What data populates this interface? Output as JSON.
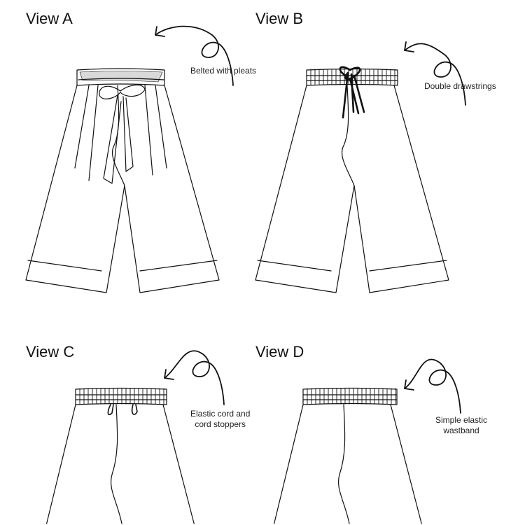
{
  "views": [
    {
      "title": "View A",
      "note": "Belted with pleats",
      "feature": "belt"
    },
    {
      "title": "View B",
      "note": "Double drawstrings",
      "feature": "drawstring"
    },
    {
      "title": "View C",
      "note": "Elastic cord and\ncord stoppers",
      "feature": "cord"
    },
    {
      "title": "View D",
      "note": "Simple elastic\nwastband",
      "feature": "elastic"
    }
  ],
  "colors": {
    "line": "#111111",
    "shade": "#d9d9d9"
  }
}
